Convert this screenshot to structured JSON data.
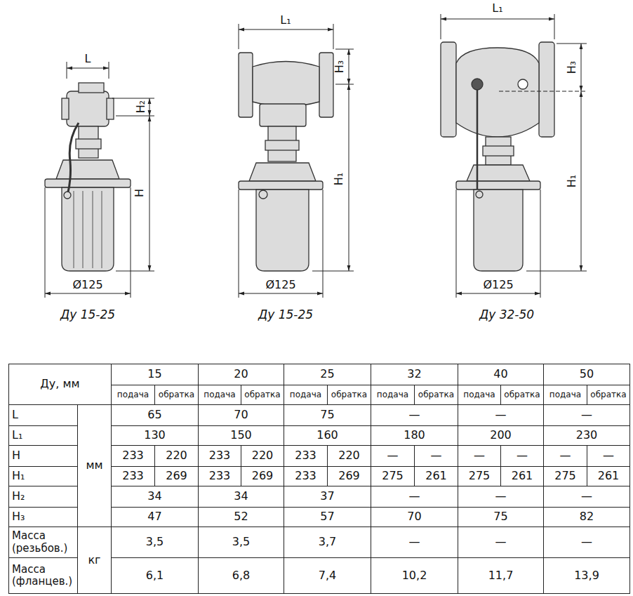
{
  "diagram": {
    "labels": [
      "L",
      "H₂",
      "H",
      "Ø125",
      "Ду 15-25",
      "L₁",
      "H₃",
      "H₁",
      "Ø125",
      "Ду 15-25",
      "L₁",
      "H₃",
      "H₁",
      "Ø125",
      "Ду 32-50",
      "Ду, мм",
      "15",
      "20",
      "25",
      "32",
      "40",
      "50",
      "подача",
      "обратка",
      "подача",
      "обратка",
      "подача",
      "обратка",
      "подача",
      "обратка",
      "подача",
      "обратка",
      "подача",
      "обратка",
      "L",
      "мм",
      "65",
      "70",
      "75",
      "—",
      "—",
      "—",
      "L₁",
      "130",
      "150",
      "160",
      "180",
      "200",
      "230",
      "H",
      "233",
      "220",
      "233",
      "220",
      "233",
      "220",
      "—",
      "—",
      "—",
      "—",
      "—",
      "—",
      "H₁",
      "233",
      "269",
      "233",
      "269",
      "233",
      "269",
      "275",
      "261",
      "275",
      "261",
      "275",
      "261",
      "H₂",
      "34",
      "34",
      "37",
      "—",
      "—",
      "—",
      "H₃",
      "47",
      "52",
      "57",
      "70",
      "75",
      "82",
      "Масса (резьбов.)",
      "кг",
      "3,5",
      "3,5",
      "3,7",
      "—",
      "—",
      "—",
      "Масса (фланцев.)",
      "6,1",
      "6,8",
      "7,4",
      "10,2",
      "11,7",
      "13,9"
    ]
  }
}
